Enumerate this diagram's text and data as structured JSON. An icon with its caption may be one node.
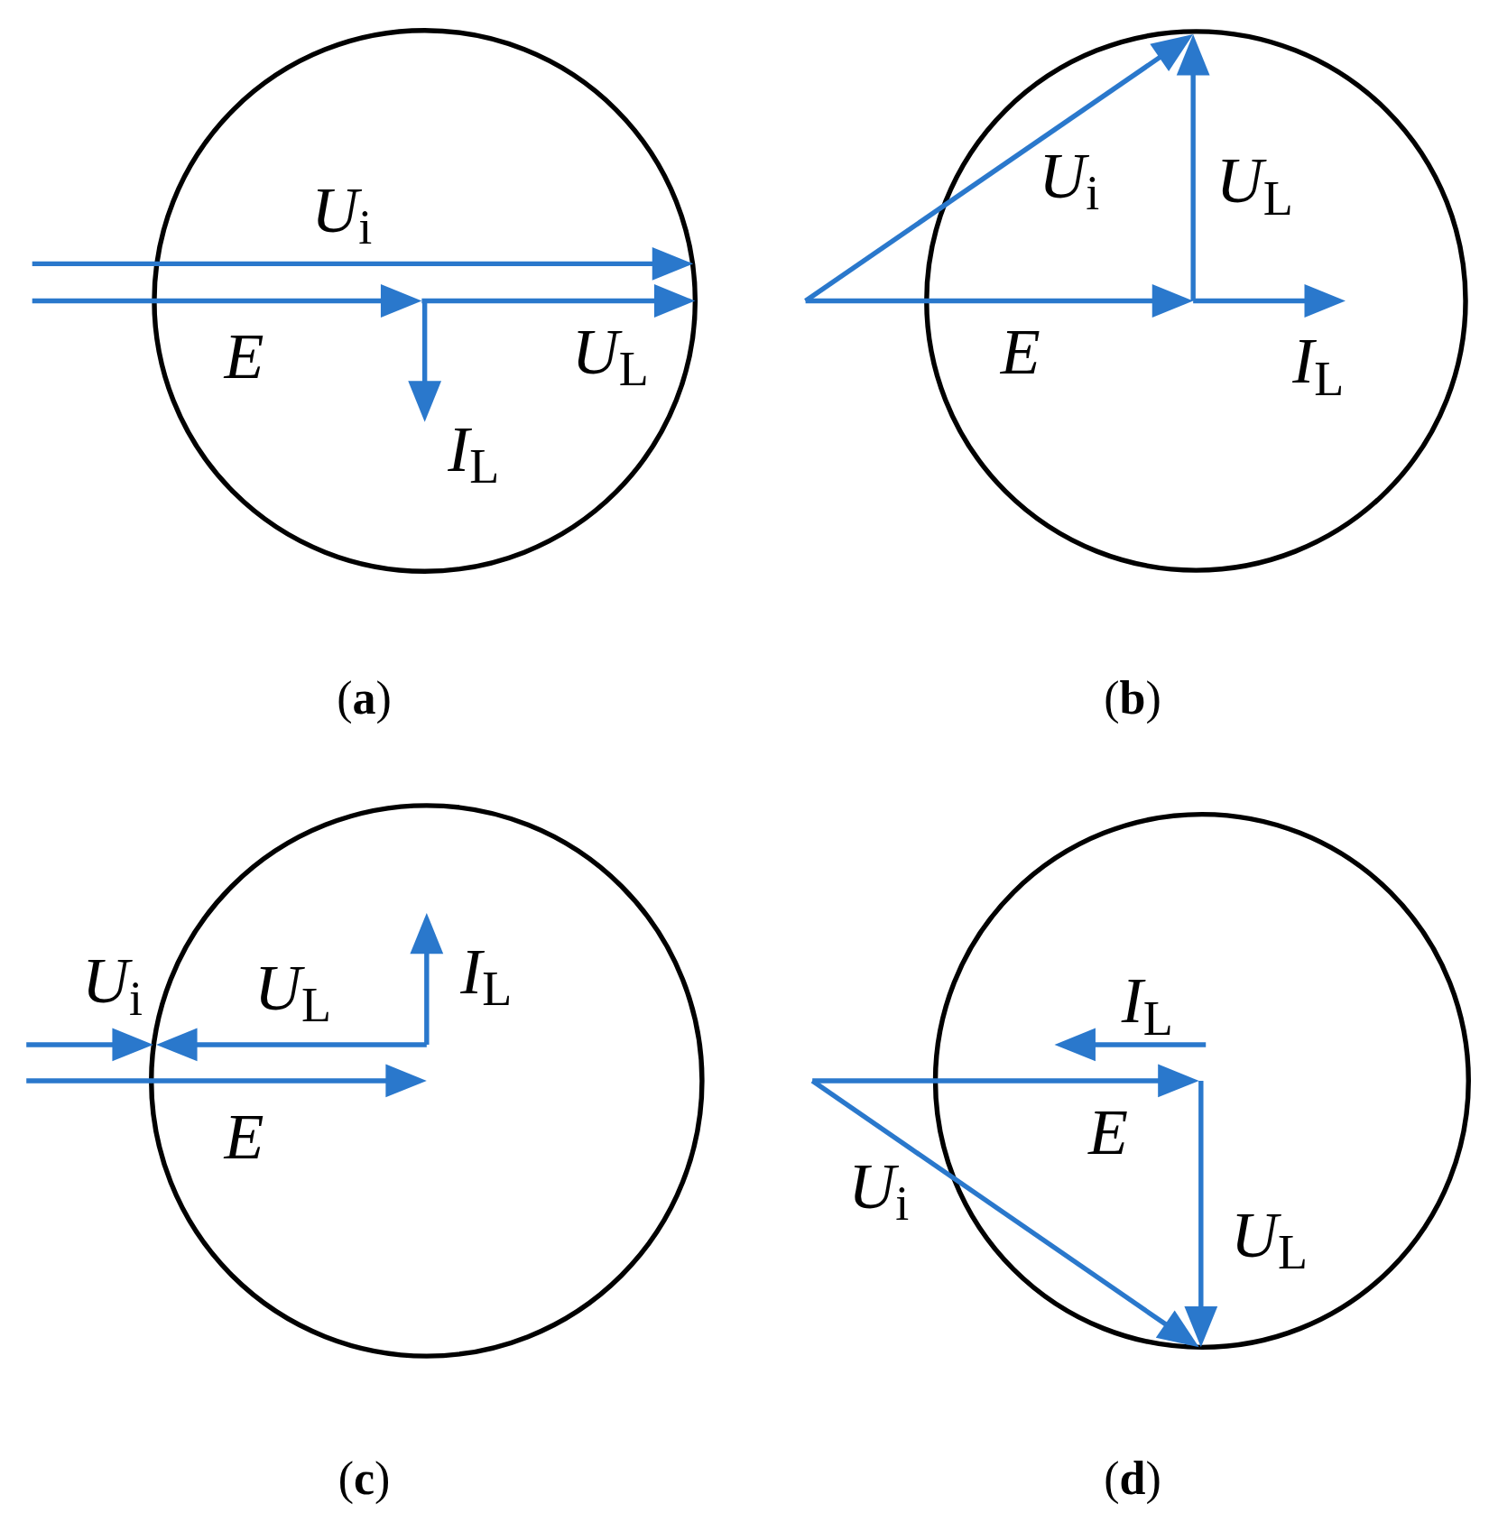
{
  "diagram": {
    "labels": [
      "*U*$_{i}$",
      "*E*",
      "*U*$_{L}$",
      "*I*$_{L}$",
      "(**a**)",
      "*U*$_{i}$",
      "*U*$_{L}$",
      "*E*",
      "*I*$_{L}$",
      "(**b**)",
      "*U*$_{i}$",
      "*U*$_{L}$",
      "*I*$_{L}$",
      "*E*",
      "(**c**)",
      "*I*$_{L}$",
      "*E*",
      "*U*$_{i}$",
      "*U*$_{L}$",
      "(**d**)"
    ]
  }
}
